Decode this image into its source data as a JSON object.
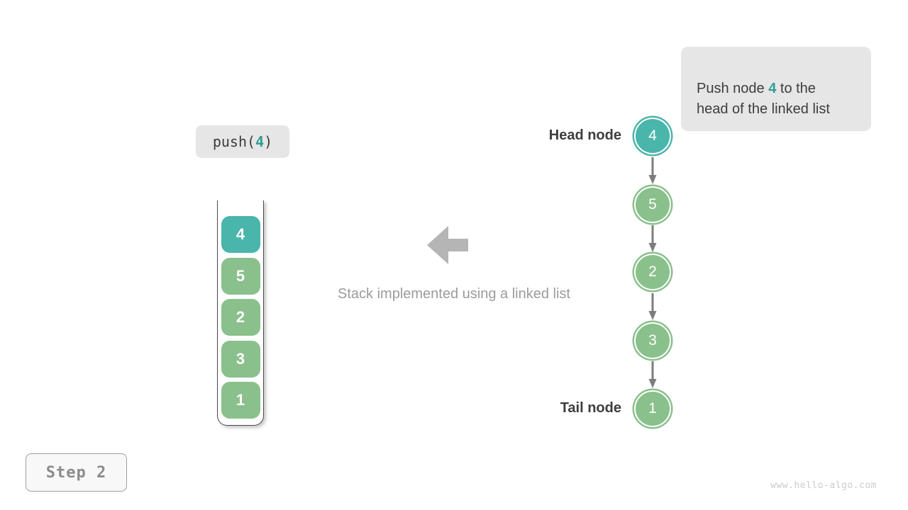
{
  "callout": {
    "prefix": "Push node ",
    "highlight": "4",
    "suffix": " to the\nhead of the linked list"
  },
  "code": {
    "prefix": "push(",
    "arg": "4",
    "suffix": ")"
  },
  "stack": {
    "items": [
      {
        "value": "4",
        "color": "teal"
      },
      {
        "value": "5",
        "color": "green"
      },
      {
        "value": "2",
        "color": "green"
      },
      {
        "value": "3",
        "color": "green"
      },
      {
        "value": "1",
        "color": "green"
      }
    ]
  },
  "caption": {
    "text": "Stack implemented using a linked list"
  },
  "list": {
    "head_label": "Head node",
    "tail_label": "Tail node",
    "nodes": [
      {
        "value": "4",
        "color": "teal"
      },
      {
        "value": "5",
        "color": "green"
      },
      {
        "value": "2",
        "color": "green"
      },
      {
        "value": "3",
        "color": "green"
      },
      {
        "value": "1",
        "color": "green"
      }
    ]
  },
  "step": {
    "label": "Step 2"
  },
  "watermark": {
    "text": "www.hello-algo.com"
  },
  "colors": {
    "teal": "#4ab5aa",
    "green": "#8ac08c",
    "accent_text": "#2f9e94",
    "callout_bg": "#e6e6e6",
    "dark_text": "#3d3d3d",
    "muted_text": "#9b9b9b",
    "arrow_gray": "#b5b5b5",
    "connector_gray": "#7d7d7d",
    "watermark_gray": "#cbcbcb"
  }
}
